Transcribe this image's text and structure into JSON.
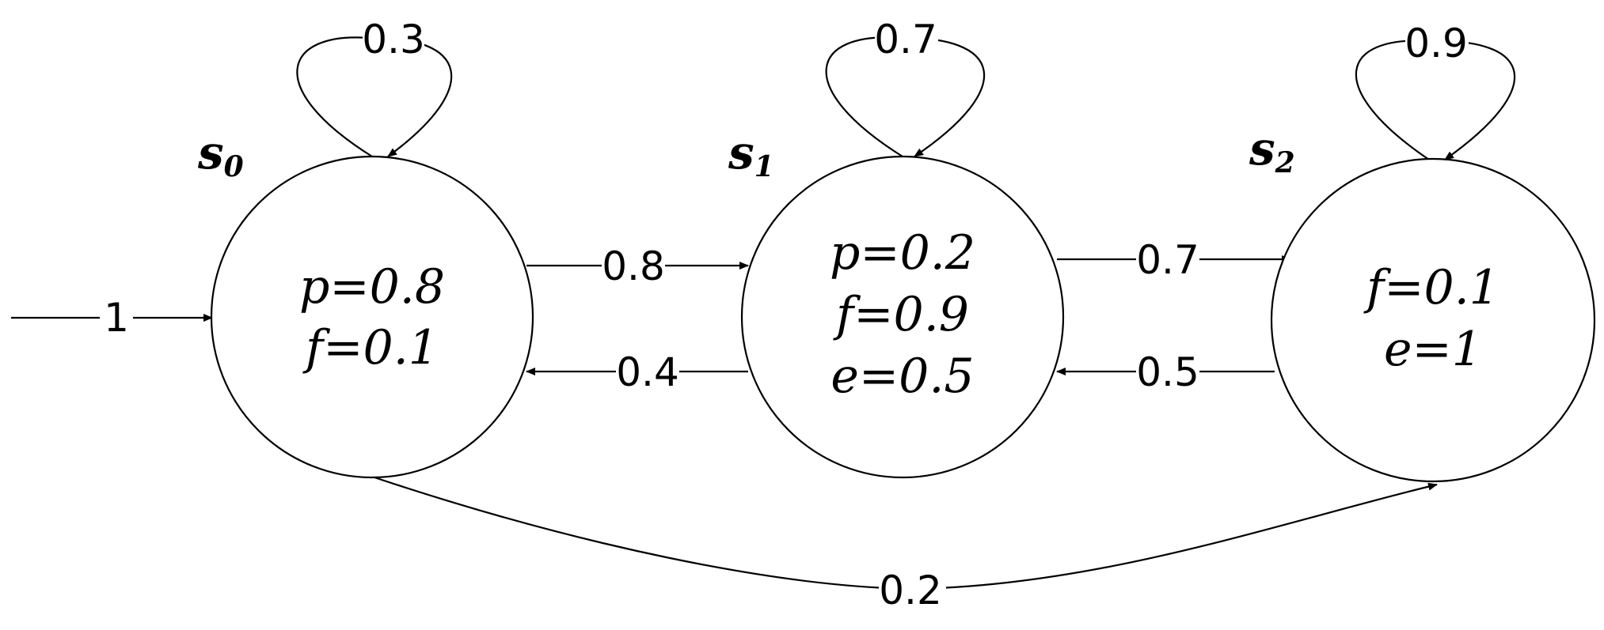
{
  "states": [
    {
      "name": "s",
      "subscript": "0",
      "labels": [
        "p=0.8",
        "f=0.1"
      ]
    },
    {
      "name": "s",
      "subscript": "1",
      "labels": [
        "p=0.2",
        "f=0.9",
        "e=0.5"
      ]
    },
    {
      "name": "s",
      "subscript": "2",
      "labels": [
        "f=0.1",
        "e=1"
      ]
    }
  ],
  "initial": {
    "label": "1",
    "target": "s0"
  },
  "transitions": [
    {
      "from": "s0",
      "to": "s0",
      "label": "0.3"
    },
    {
      "from": "s1",
      "to": "s1",
      "label": "0.7"
    },
    {
      "from": "s2",
      "to": "s2",
      "label": "0.9"
    },
    {
      "from": "s0",
      "to": "s1",
      "label": "0.8"
    },
    {
      "from": "s1",
      "to": "s0",
      "label": "0.4"
    },
    {
      "from": "s1",
      "to": "s2",
      "label": "0.7"
    },
    {
      "from": "s2",
      "to": "s1",
      "label": "0.5"
    },
    {
      "from": "s0",
      "to": "s2",
      "label": "0.2"
    }
  ]
}
